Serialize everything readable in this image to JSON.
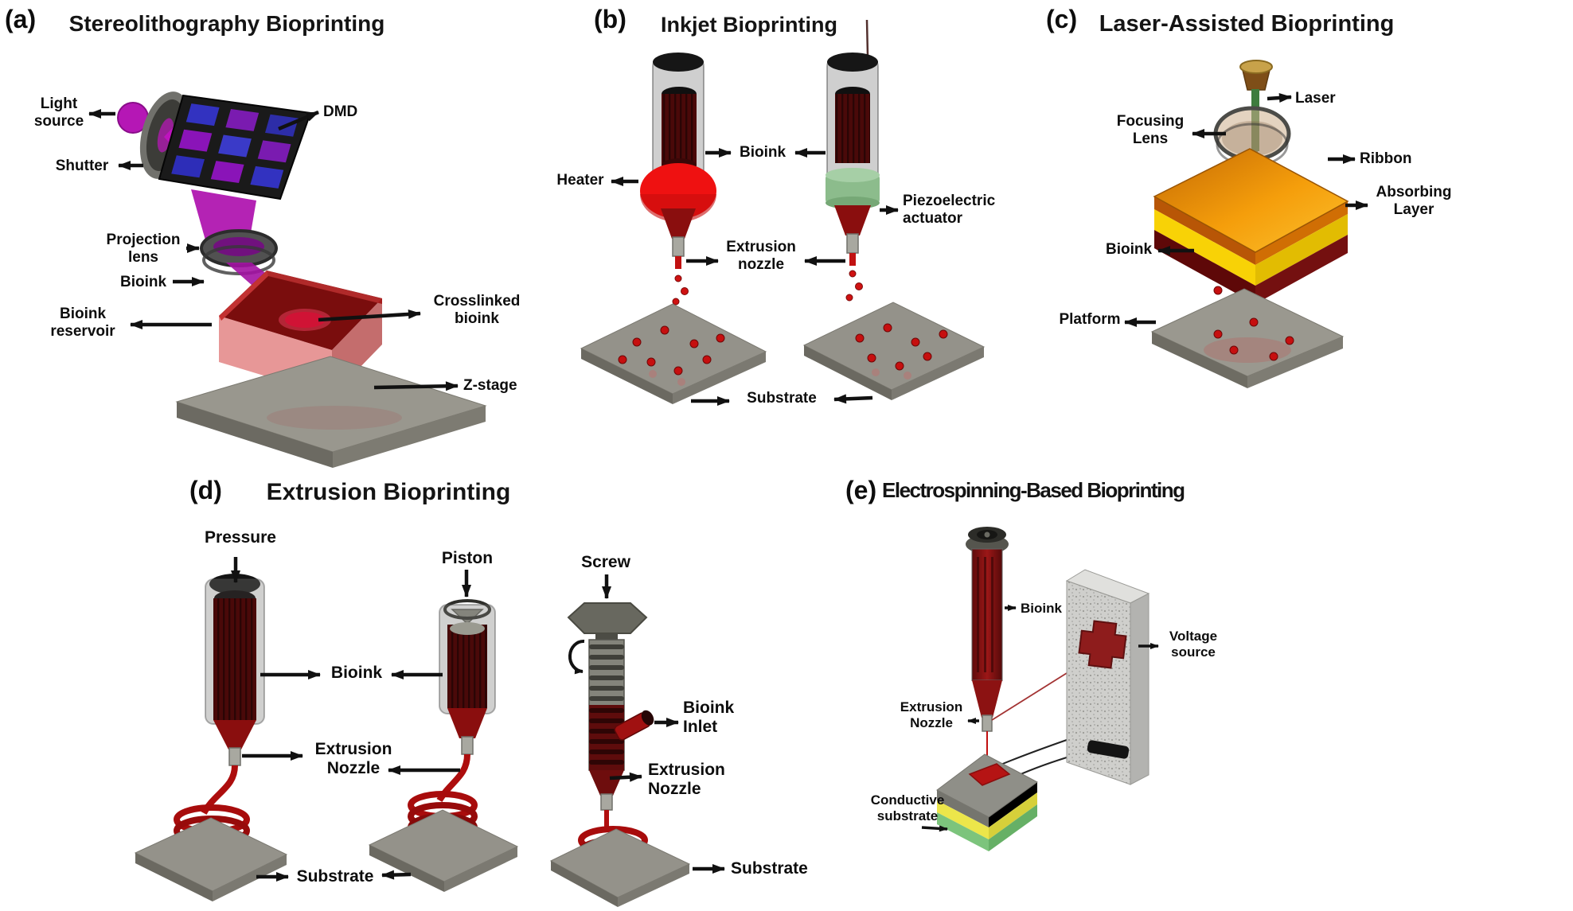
{
  "figure": {
    "background": "#ffffff",
    "panels": {
      "a": {
        "tag": "(a)",
        "title": "Stereolithography Bioprinting",
        "labels": {
          "light_source": "Light source",
          "shutter": "Shutter",
          "dmd": "DMD",
          "projection_lens": "Projection lens",
          "bioink": "Bioink",
          "bioink_reservoir": "Bioink reservoir",
          "crosslinked_bioink": "Crosslinked bioink",
          "z_stage": "Z-stage"
        }
      },
      "b": {
        "tag": "(b)",
        "title": "Inkjet Bioprinting",
        "labels": {
          "heater": "Heater",
          "bioink": "Bioink",
          "extrusion_nozzle": "Extrusion nozzle",
          "piezoelectric_actuator": "Piezoelectric actuator",
          "substrate": "Substrate"
        }
      },
      "c": {
        "tag": "(c)",
        "title": "Laser-Assisted Bioprinting",
        "labels": {
          "laser": "Laser",
          "focusing_lens": "Focusing Lens",
          "ribbon": "Ribbon",
          "absorbing_layer": "Absorbing Layer",
          "bioink": "Bioink",
          "platform": "Platform"
        }
      },
      "d": {
        "tag": "(d)",
        "title": "Extrusion Bioprinting",
        "labels": {
          "pressure": "Pressure",
          "piston": "Piston",
          "screw": "Screw",
          "bioink": "Bioink",
          "extrusion_nozzle_left": "Extrusion Nozzle",
          "substrate_left": "Substrate",
          "bioink_inlet": "Bioink Inlet",
          "extrusion_nozzle_screw": "Extrusion Nozzle",
          "substrate_screw": "Substrate"
        }
      },
      "e": {
        "tag": "(e)",
        "title": "Electrospinning-Based Bioprinting",
        "labels": {
          "bioink": "Bioink",
          "voltage_source": "Voltage source",
          "extrusion_nozzle": "Extrusion Nozzle",
          "conductive_substrate": "Conductive substrate"
        }
      }
    },
    "colors": {
      "bioink_red": "#8a0e0e",
      "beam_magenta": "#b517b5",
      "heater_red": "#ee1212",
      "piezo_green": "#8cbc8c",
      "ribbon_orange": "#f59e0b",
      "absorbing_yellow": "#f6cf06",
      "laser_green": "#3e7c3e",
      "substrate_gray": "#94928a",
      "conductive_yellow": "#ece64a",
      "conductive_green": "#7cc47c"
    }
  }
}
